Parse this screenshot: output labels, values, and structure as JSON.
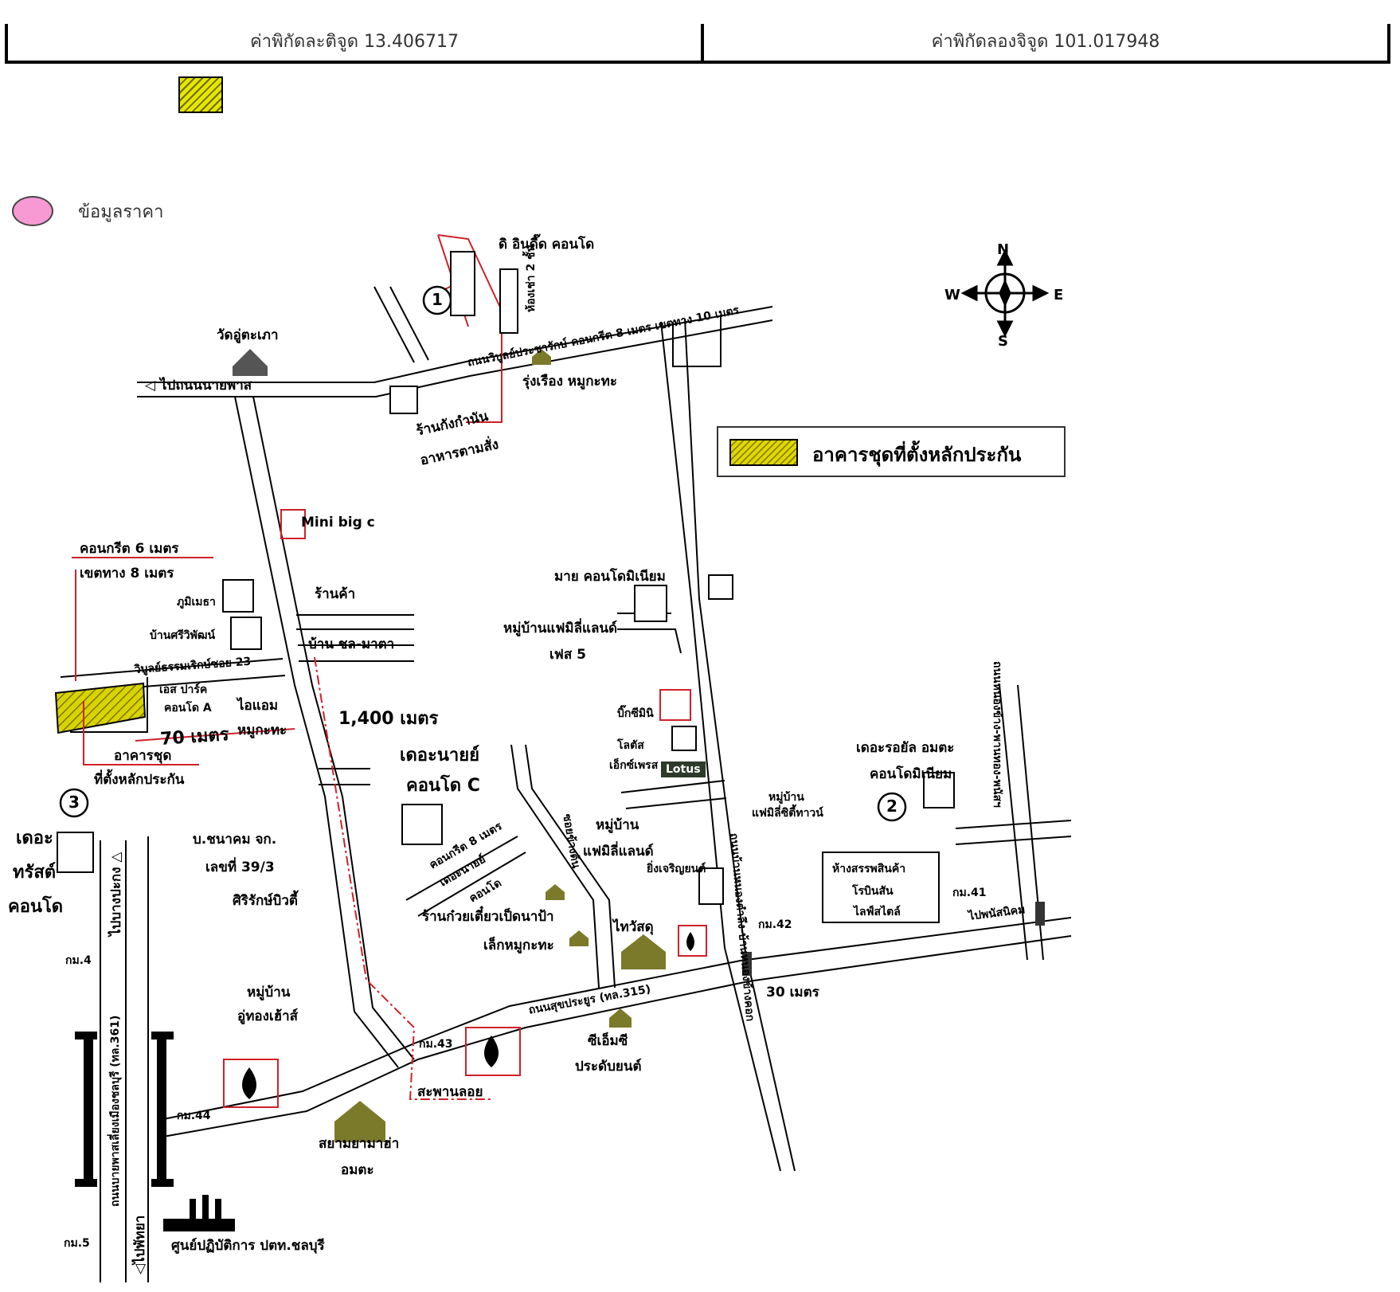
{
  "coordinates": {
    "latitude_label": "ค่าพิกัดละติจูด 13.406717",
    "longitude_label": "ค่าพิกัดลองจิจูด 101.017948"
  },
  "legend": {
    "price_label": "ข้อมูลราคา",
    "collateral_label": "อาคารชุดที่ตั้งหลักประกัน",
    "collateral_color": "#e6e600",
    "price_color": "#f79ad3"
  },
  "compass": {
    "n": "N",
    "s": "S",
    "e": "E",
    "w": "W"
  },
  "markers": {
    "m1": "1",
    "m2": "2",
    "m3": "3"
  },
  "labels": {
    "the_inndeed": "ดิ อินดี๊ด คอนโด",
    "two_storey_rooms": "ห้องเช่า 2 ชั้น",
    "road_top": "ถนนวิบูลย์ประชารักษ์  คอนกรีต 8 เมตร เขตทาง 10 เมตร",
    "wat": "วัดอู่ตะเภา",
    "to_nong_nai": "◁  ไปถนนนายพาส",
    "rung_rueang": "รุ่งเรือง หมูกะทะ",
    "kang_kamnan": "ร้านกังกำนัน",
    "food_order": "อาหารตามสั่ง",
    "mini_bigc": "Mini big c",
    "concrete_6m": "คอนกรีต 6 เมตร",
    "right_of_way_8m": "เขตทาง 8 เมตร",
    "phumetha": "ภูมิเมธา",
    "ban_sriwiphat": "บ้านศรีวิพัฒน์",
    "shop": "ร้านค้า",
    "ban_chon_mata": "บ้าน ชล-มาตา",
    "soi23": "วิบูลย์ธรรมเริกษ์ซอย 23",
    "s_park": "เอส ปาร์ค",
    "condo_a": "คอนโด A",
    "ai_aem": "ไอแอม",
    "dist_70": "70 เมตร",
    "mookata": "หมูกะทะ",
    "dist_1400": "1,400 เมตร",
    "collateral_note_1": "อาคารชุด",
    "collateral_note_2": "ที่ตั้งหลักประกัน",
    "the_trust_1": "เดอะ",
    "the_trust_2": "ทรัสต์",
    "the_trust_3": "คอนโด",
    "to_bang_pakong": "ไปบางปะกง △",
    "road_361": "ถนนบายพาสเลี่ยงเมืองชลบุรี (ทล.361)",
    "to_pattaya": "◁ไปพัทยา",
    "km4": "กม.4",
    "km5": "กม.5",
    "km41": "กม.41",
    "km42": "กม.42",
    "km43": "กม.43",
    "km44": "กม.44",
    "chanakhom": "บ.ชนาคม จก.",
    "no_39_3": "เลขที่ 39/3",
    "siriraks": "ศิริรักษ์บิวตี้",
    "village_uthong": "หมู่บ้าน",
    "village_uthong_2": "อู่ทองเฮ้าส์",
    "the_nine_1": "เดอะนายย์",
    "the_nine_2": "คอนโด C",
    "concrete_8m": "คอนกรีต 8 เมตร",
    "the_nine_condo": "เดอะนายย์",
    "condo": "คอนโด",
    "noodle": "ร้านก๋วยเตี๋ยวเป็ดนาป้า",
    "lek_mookata": "เล็กหมูกะทะ",
    "thaiwatsadu": "ไทวัสดุ",
    "soi_3": "ซอยข้างต้น",
    "road_315": "ถนนสุขประยูร (ทล.315)",
    "cmc": "ซีเอ็มซี",
    "cmc_2": "ประดับยนต์",
    "saphan_loi": "สะพานลอย",
    "siam_yamaha_1": "สยามยามาฮ่า",
    "siam_yamaha_2": "อมตะ",
    "ptt": "ศูนย์ปฏิบัติการ ปตท.ชลบุรี",
    "my_condo": "มาย คอนโดมิเนียม",
    "family_land_5a": "หมู่บ้านแฟมิลี่แลนด์",
    "family_land_5b": "เฟส 5",
    "bigc_mini": "บิ๊กซีมินิ",
    "lotus_1": "โลตัส",
    "lotus_2": "เอ็กซ์เพรส",
    "lotus_logo": "Lotus",
    "family_land_1": "หมู่บ้าน",
    "family_land_2": "แฟมิลี่แลนด์",
    "family_city_1": "หมู่บ้าน",
    "family_city_2": "แฟมิลี่ซิตี้ทาวน์",
    "ying_charoen": "ยิ่งเจริญยนต์",
    "nong_kham_road": "ถนนบ้านหนองตำลึง-บ้านหนองข้างคอก",
    "dist_30": "30 เมตร",
    "royal_amata_1": "เดอะรอยัล อมตะ",
    "royal_amata_2": "คอนโดมิเนียม",
    "robinson_1": "ห้างสรรพสินค้า",
    "robinson_2": "โรบินสัน",
    "robinson_3": "ไลฟ์สไตล์",
    "to_phanat": "ไปพนัสนิคม",
    "right_road": "ถนนหนองข้าง-พานทอง-พนัสฯ"
  }
}
